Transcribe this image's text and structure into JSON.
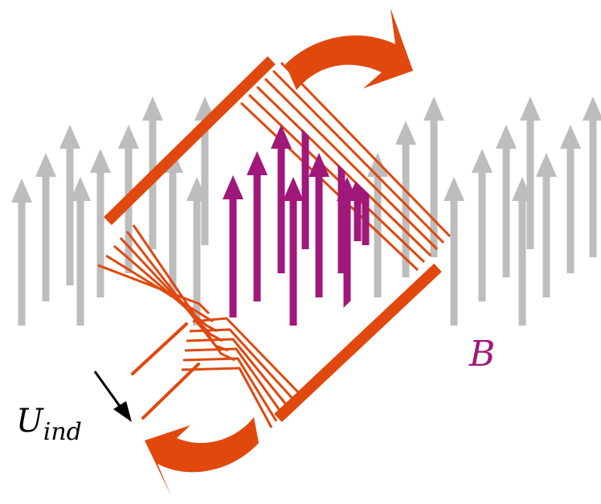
{
  "labels": {
    "field": "B",
    "voltage_main": "U",
    "voltage_sub": "ind"
  },
  "colors": {
    "background_field": "#bdbdbd",
    "coil_field": "#a0187a",
    "coil": "#e0480e",
    "rotation_arrow": "#e0480e",
    "voltage_arrow": "#000000",
    "label_field": "#a0187a",
    "label_voltage": "#000000"
  },
  "icons": {
    "rotation_top": "curved-arrow-rotation-icon",
    "rotation_bottom": "curved-arrow-rotation-icon",
    "voltage": "down-right-arrow-icon"
  }
}
